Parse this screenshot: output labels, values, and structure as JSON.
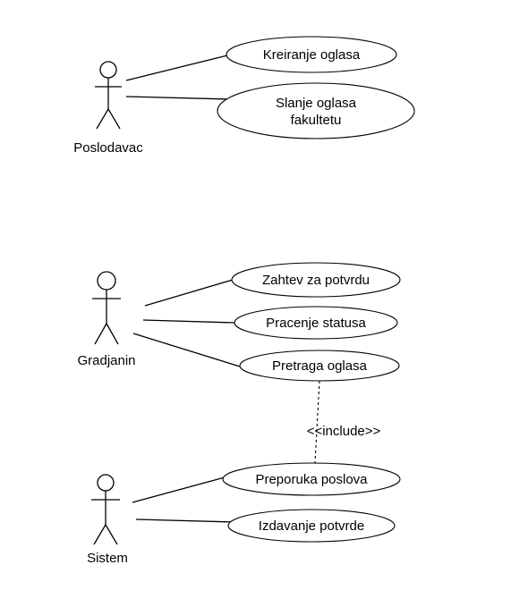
{
  "actors": {
    "poslodavac": "Poslodavac",
    "gradjanin": "Gradjanin",
    "sistem": "Sistem"
  },
  "use_cases": {
    "kreiranje_oglasa": "Kreiranje oglasa",
    "slanje_line1": "Slanje oglasa",
    "slanje_line2": "fakultetu",
    "zahtev_za_potvrdu": "Zahtev za potvrdu",
    "pracenje_statusa": "Pracenje statusa",
    "pretraga_oglasa": "Pretraga oglasa",
    "preporuka_poslova": "Preporuka poslova",
    "izdavanje_potvrde": "Izdavanje potvrde"
  },
  "relations": {
    "include_label": "<<include>>"
  }
}
